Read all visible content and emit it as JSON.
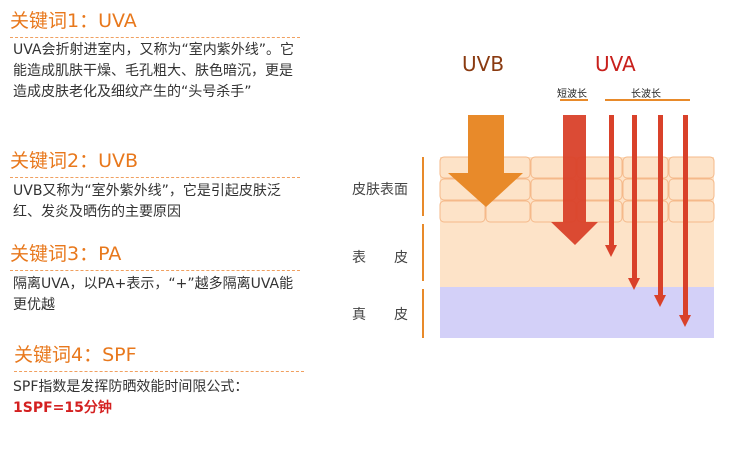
{
  "keywords": [
    {
      "title": "关键词1：UVA",
      "text": "UVA会折射进室内，又称为“室内紫外线”。它能造成肌肤干燥、毛孔粗大、肤色暗沉，更是造成皮肤老化及细纹产生的“头号杀手”"
    },
    {
      "title": "关键词2：UVB",
      "text": "UVB又称为“室外紫外线”，它是引起皮肤泛红、发炎及晒伤的主要原因"
    },
    {
      "title": "关键词3：PA",
      "text": "隔离UVA，以PA+表示，“+”越多隔离UVA能更优越"
    },
    {
      "title": "关键词4：SPF",
      "text": "SPF指数是发挥防晒效能时间限公式：",
      "highlight": "1SPF=15分钟"
    }
  ],
  "diagram": {
    "uvb_label": "UVB",
    "uva_label": "UVA",
    "short_wave": "短波长",
    "long_wave": "长波长",
    "layer_surface": "皮肤表面",
    "layer_epidermis": "表　　皮",
    "layer_dermis": "真　　皮",
    "colors": {
      "orange": "#e88a2a",
      "red": "#d9412a",
      "epidermis": "#fde3c8",
      "dermis": "#d3d0f8"
    }
  }
}
